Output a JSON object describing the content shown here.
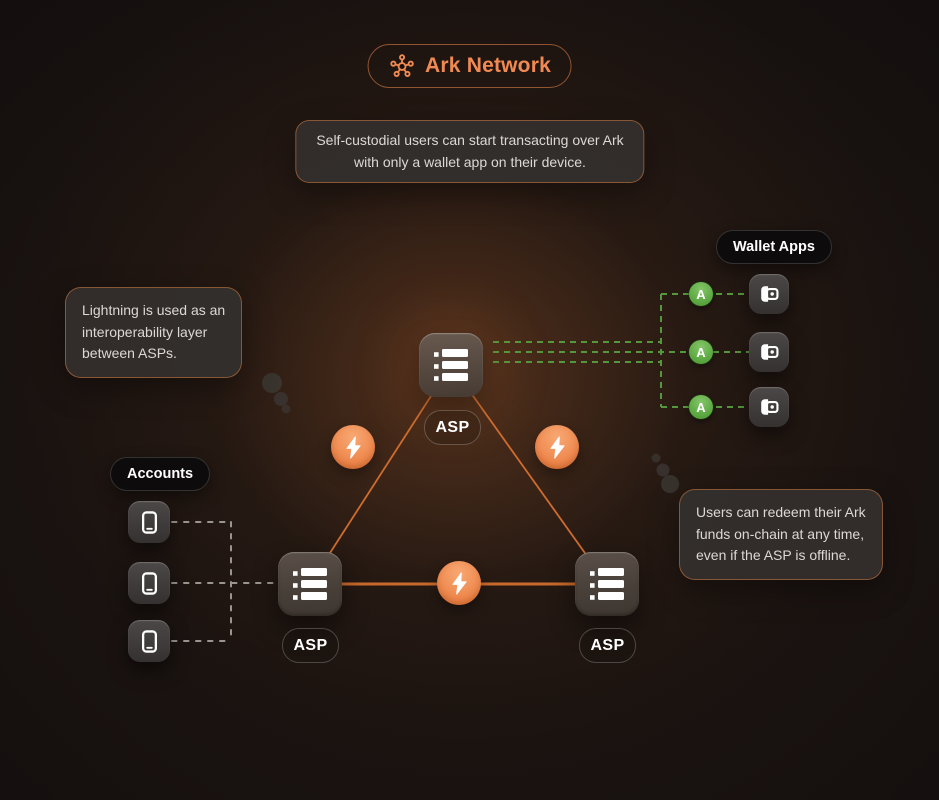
{
  "header": {
    "label": "Ark Network",
    "icon": "network-hub-icon"
  },
  "callouts": {
    "top": {
      "lines": [
        "Self-custodial users can start transacting over Ark",
        "with only a wallet app on their device."
      ]
    },
    "left": {
      "lines": [
        "Lightning is used as an",
        "interoperability layer",
        "between ASPs."
      ]
    },
    "right": {
      "lines": [
        "Users can redeem their Ark",
        "funds on-chain at any time,",
        "even if the ASP is offline."
      ]
    }
  },
  "labels": {
    "wallet_apps": "Wallet Apps",
    "accounts": "Accounts"
  },
  "nodes": {
    "asp_top": {
      "label": "ASP"
    },
    "asp_bottom_left": {
      "label": "ASP"
    },
    "asp_bottom_right": {
      "label": "ASP"
    }
  },
  "badges": {
    "wallet_letter": "A"
  },
  "icons": {
    "header": "network-hub-icon",
    "asp_node": "server-list-icon",
    "wallet_app": "wallet-icon",
    "account": "smartphone-icon",
    "link": "lightning-bolt-icon"
  },
  "colors": {
    "background": "#120e0e",
    "accent_orange": "#f18a52",
    "edge_orange": "#cf6c2e",
    "green_badge": "#58a53e",
    "green_dash": "#55973c",
    "grey_dash": "#9b958f",
    "callout_bg": "#332f2d",
    "callout_border": "#d07c40",
    "callout_text": "#dcd8d4"
  }
}
